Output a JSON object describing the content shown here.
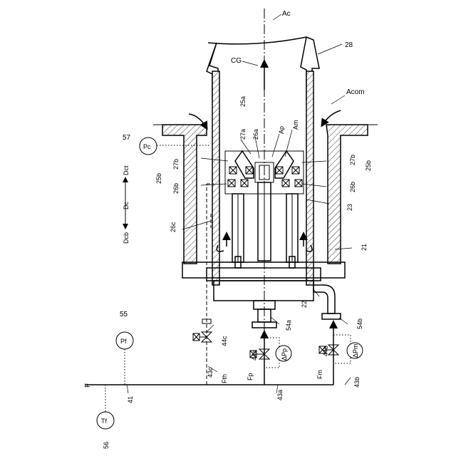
{
  "labels": {
    "axis": "Ac",
    "duct_28": "28",
    "cg": "CG",
    "acom": "Acom",
    "ref_25a": "25a",
    "ref_27a": "27a",
    "ref_26a": "26a",
    "ap": "Ap",
    "am": "Am",
    "ref_57": "57",
    "pc": "Pc",
    "dct": "Dct",
    "dc": "Dc",
    "dcb": "Dcb",
    "ref_25b_left": "25b",
    "ref_27b_left": "27b",
    "ref_26b_left": "26b",
    "ref_27b_right": "27b",
    "ref_25b_right": "25b",
    "ref_26b_right": "26b",
    "ref_23": "23",
    "ref_26c": "26c",
    "ref_21": "21",
    "ref_22": "22",
    "ref_55": "55",
    "pf": "Pf",
    "ref_44c": "44c",
    "ref_54a": "54a",
    "dpp": "ΔPp",
    "ref_44a": "44a",
    "ref_54b": "54b",
    "dpm": "ΔPm",
    "ref_44b": "44b",
    "ref_43c": "43c",
    "fth": "Fth",
    "fp": "Fp",
    "fm": "Fm",
    "ref_43b": "43b",
    "f": "F",
    "ref_41": "41",
    "ref_43a": "43a",
    "tf": "Tf",
    "ref_56": "56"
  }
}
